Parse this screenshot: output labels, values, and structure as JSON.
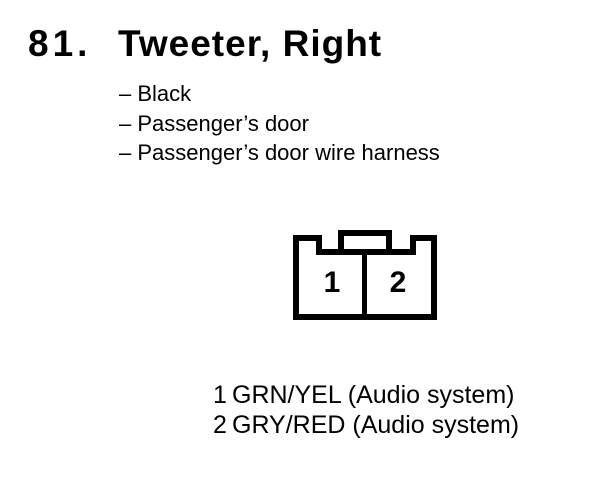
{
  "document": {
    "item_number": "81.",
    "title": "Tweeter, Right",
    "attributes": [
      "– Black",
      "– Passenger’s door",
      "– Passenger’s door wire harness"
    ]
  },
  "connector": {
    "type": "2-cavity connector, terminal side view",
    "cavities": [
      "1",
      "2"
    ]
  },
  "legend": {
    "rows": [
      {
        "pin": "1",
        "wire": "GRN/YEL (Audio system)"
      },
      {
        "pin": "2",
        "wire": "GRY/RED (Audio system)"
      }
    ]
  },
  "colors": {
    "ink": "#000000",
    "paper": "#ffffff"
  }
}
